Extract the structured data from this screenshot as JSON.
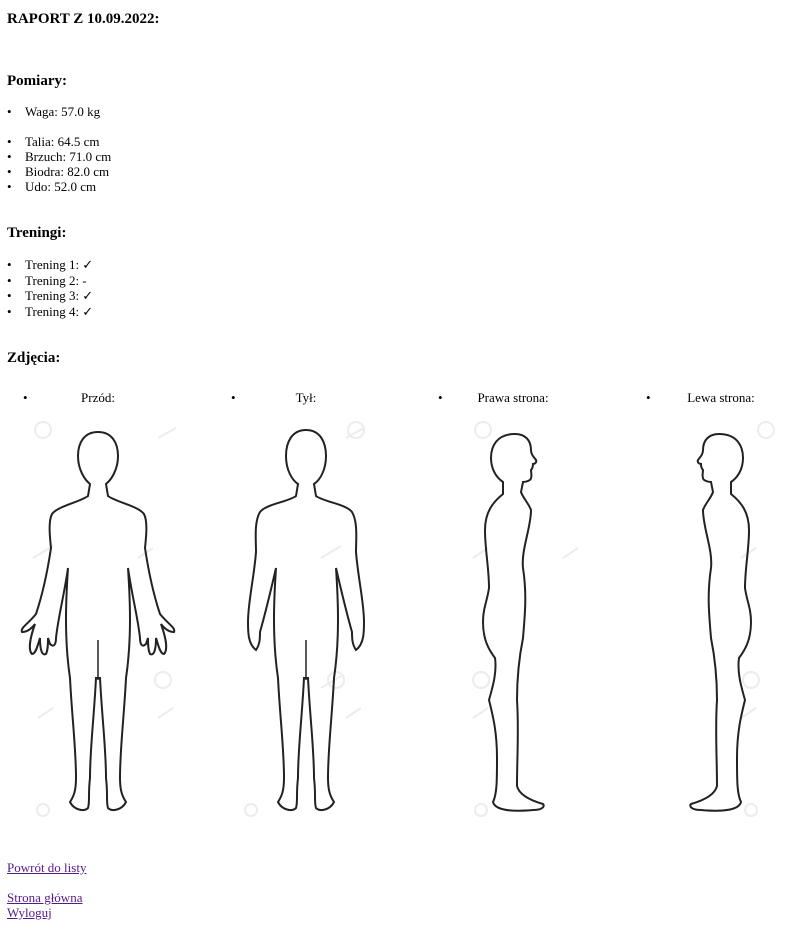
{
  "report_title": "RAPORT Z 10.09.2022:",
  "measurements": {
    "heading": "Pomiary:",
    "weight": "Waga: 57.0 kg",
    "items": [
      "Talia: 64.5 cm",
      "Brzuch: 71.0 cm",
      "Biodra: 82.0 cm",
      "Udo: 52.0 cm"
    ]
  },
  "trainings": {
    "heading": "Treningi:",
    "items": [
      "Trening 1: ✓",
      "Trening 2: -",
      "Trening 3: ✓",
      "Trening 4: ✓"
    ]
  },
  "photos": {
    "heading": "Zdjęcia:",
    "items": [
      {
        "label": "Przód:",
        "icon": "body-front-outline-icon"
      },
      {
        "label": "Tył:",
        "icon": "body-back-outline-icon"
      },
      {
        "label": "Prawa strona:",
        "icon": "body-right-side-outline-icon"
      },
      {
        "label": "Lewa strona:",
        "icon": "body-left-side-outline-icon"
      }
    ]
  },
  "links": {
    "back_to_list": "Powrót do listy",
    "home": "Strona główna",
    "logout": "Wyloguj"
  },
  "colors": {
    "link": "#551a8b",
    "text": "#000000",
    "watermark": "#ececec"
  }
}
